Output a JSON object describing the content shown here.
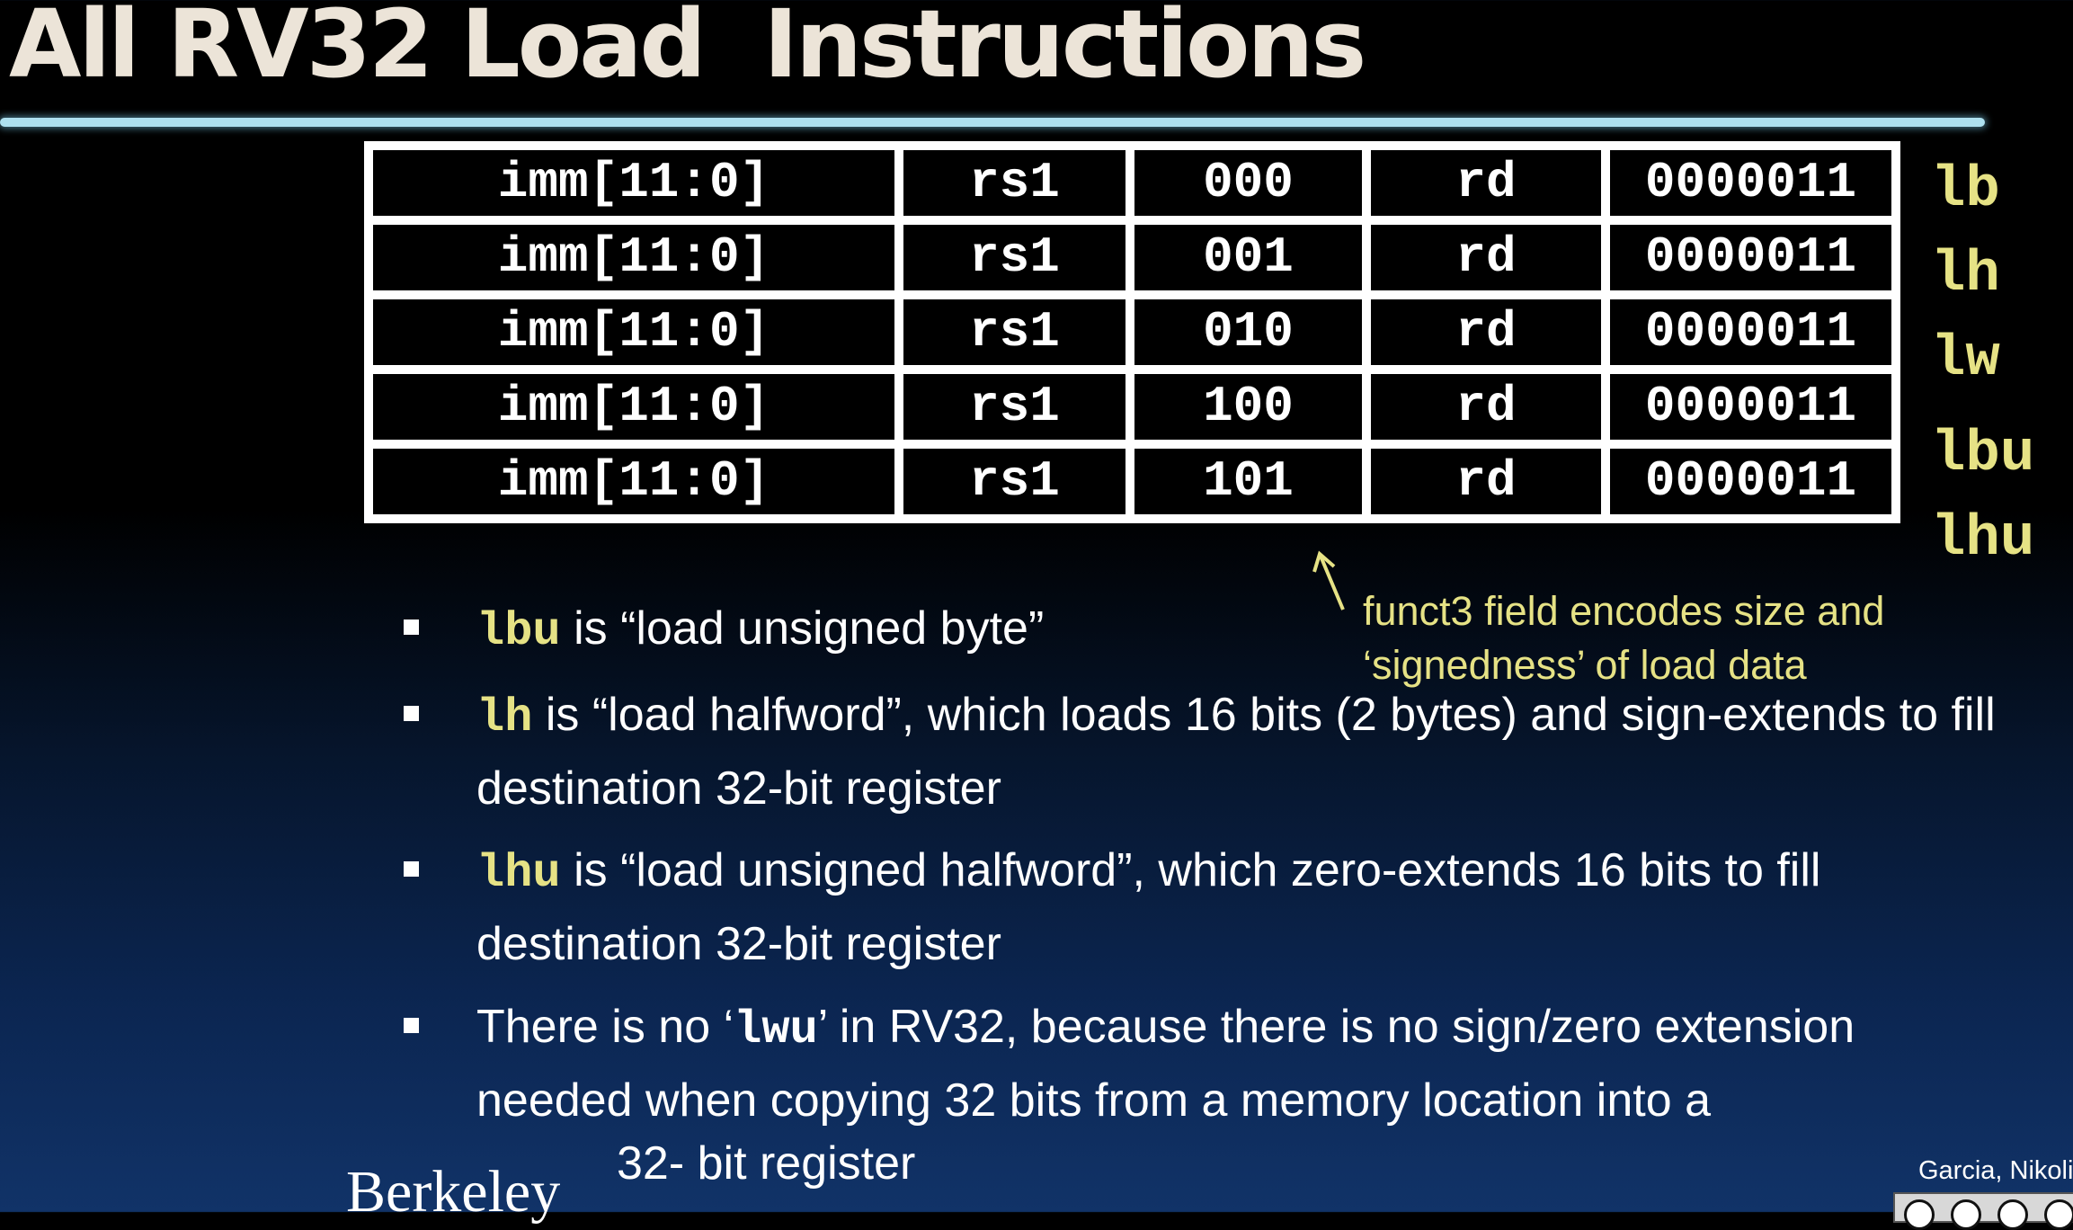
{
  "slide": {
    "title": "All RV32 Load  Instructions",
    "author": "Garcia, Nikolić",
    "logo_text": "Berkeley"
  },
  "encoding_table": {
    "rows": [
      {
        "imm": "imm[11:0]",
        "rs1": "rs1",
        "funct3": "000",
        "rd": "rd",
        "opcode": "0000011",
        "mnemonic": "lb"
      },
      {
        "imm": "imm[11:0]",
        "rs1": "rs1",
        "funct3": "001",
        "rd": "rd",
        "opcode": "0000011",
        "mnemonic": "lh"
      },
      {
        "imm": "imm[11:0]",
        "rs1": "rs1",
        "funct3": "010",
        "rd": "rd",
        "opcode": "0000011",
        "mnemonic": "lw"
      },
      {
        "imm": "imm[11:0]",
        "rs1": "rs1",
        "funct3": "100",
        "rd": "rd",
        "opcode": "0000011",
        "mnemonic": "lbu"
      },
      {
        "imm": "imm[11:0]",
        "rs1": "rs1",
        "funct3": "101",
        "rd": "rd",
        "opcode": "0000011",
        "mnemonic": "lhu"
      }
    ]
  },
  "annotation": {
    "text": "funct3 field encodes size and\n‘signedness’ of load data"
  },
  "bullets": [
    {
      "code": "lbu",
      "rest": " is “load unsigned byte”"
    },
    {
      "code": "lh",
      "rest": " is “load halfword”, which loads 16 bits (2 bytes) and sign-extends to fill destination 32-bit register"
    },
    {
      "code": "lhu",
      "rest": " is “load unsigned halfword”, which zero-extends 16 bits to fill destination 32-bit register"
    },
    {
      "pre": "There is no ‘",
      "code": "lwu",
      "post": "’ in RV32, because there is no sign/zero extension needed when copying 32 bits from a memory location into a"
    }
  ],
  "bullet4_continuation": "32- bit register",
  "colors": {
    "mnemonic_yellow": "#e6e285",
    "title_cream": "#ece4d8",
    "rule_blue": "#aee0ef"
  }
}
